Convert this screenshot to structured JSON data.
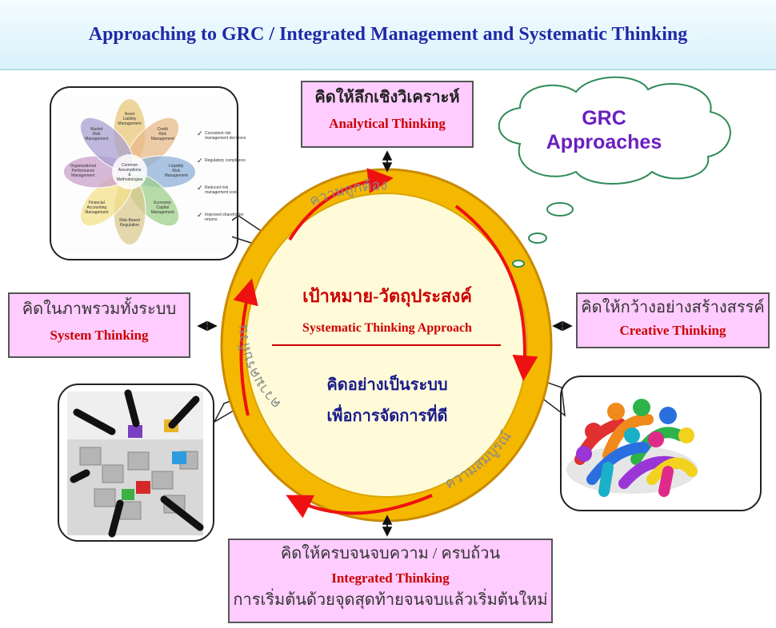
{
  "title": "Approaching to GRC / Integrated Management and Systematic Thinking",
  "center": {
    "goal_th": "เป้าหมาย-วัตถุประสงค์",
    "approach_en": "Systematic Thinking Approach",
    "sub_line1_th": "คิดอย่างเป็นระบบ",
    "sub_line2_th": "เพื่อการจัดการที่ดี"
  },
  "ring_labels": {
    "top_th": "ความถูกต้อง",
    "bottom_right_th": "ความสมบูรณ์",
    "left_th": "ความครบถ้วน"
  },
  "boxes": {
    "analytical": {
      "th": "คิดให้ลึกเชิงวิเคราะห์",
      "en": "Analytical Thinking"
    },
    "system": {
      "th": "คิดในภาพรวมทั้งระบบ",
      "en": "System Thinking"
    },
    "creative": {
      "th": "คิดให้กว้างอย่างสร้างสรรค์",
      "en": "Creative Thinking"
    },
    "integrated": {
      "th": "คิดให้ครบจนจบความ / ครบถ้วน",
      "en": "Integrated Thinking",
      "th2": "การเริ่มต้นด้วยจุดสุดท้ายจนจบแล้วเริ่มต้นใหม่"
    }
  },
  "grc_cloud": {
    "line1": "GRC",
    "line2": "Approaches"
  },
  "flower_diagram": {
    "petals": [
      "Asset Liability Management",
      "Credit Risk Management",
      "Liquidity Risk Management",
      "Economic Capital Management",
      "Risk-Based Regulation",
      "Financial Accounting Management",
      "Organizational Performance Management",
      "Market Risk Management"
    ],
    "center": "Common Assumptions & Methodologies",
    "checklist": [
      "Consistent risk management decisions",
      "Regulatory compliance",
      "Reduced risk management costs",
      "Improved shareholder returns"
    ],
    "petal_colors": [
      "#e8c77a",
      "#e8b98a",
      "#8fb0d8",
      "#9fcf8a",
      "#d9c98f",
      "#f3e08a",
      "#c9a0c9",
      "#a9a0d0"
    ]
  },
  "colors": {
    "ring_fill": "#f5b800",
    "ring_stroke": "#c98a00",
    "inner_fill": "#fffbd9",
    "arrow_red": "#ee1111",
    "title_blue": "#1f2aa8",
    "box_pink": "#ffccff",
    "grc_purple": "#6a1fbf"
  }
}
